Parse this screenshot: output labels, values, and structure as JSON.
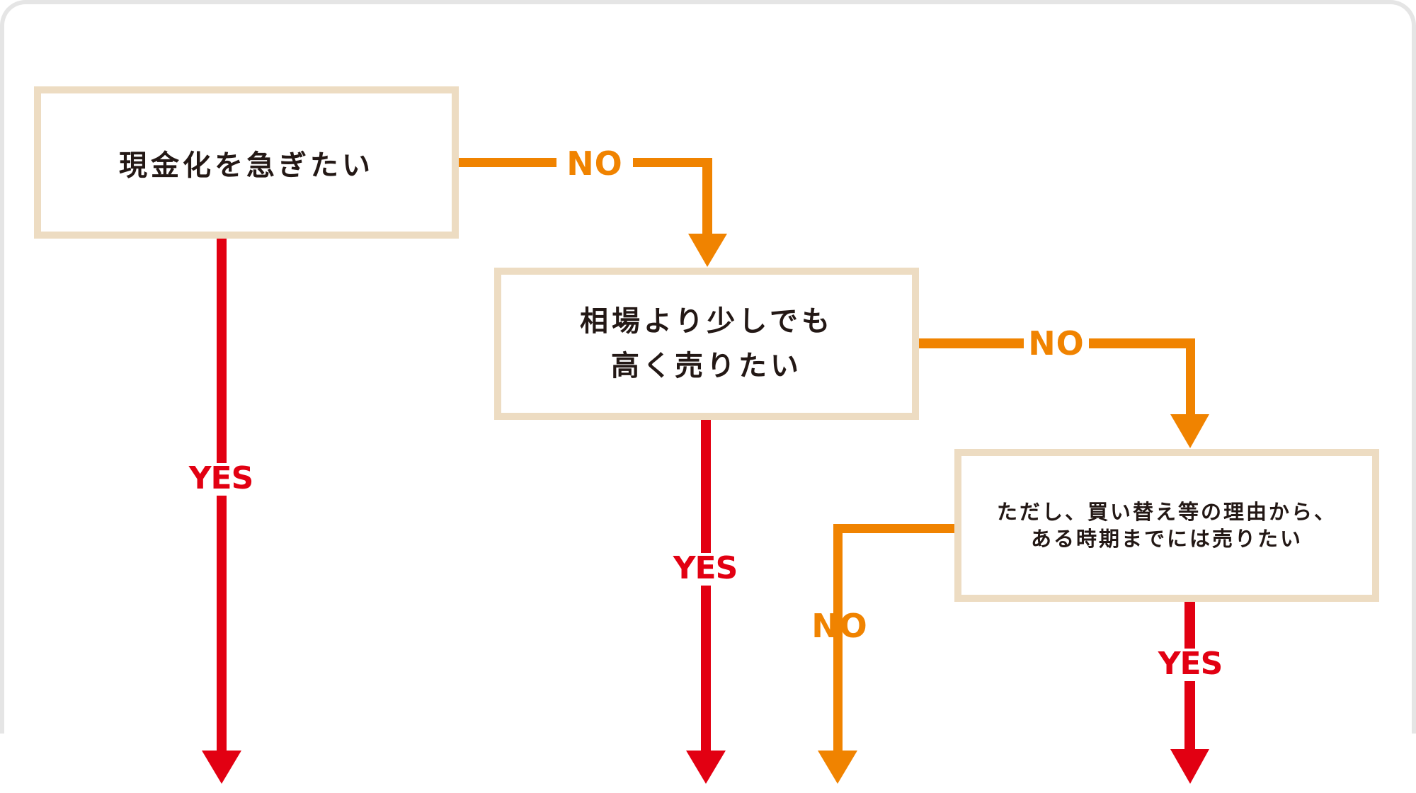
{
  "colors": {
    "yes": "#e20012",
    "no": "#f08300",
    "node_border": "#eddcc2",
    "node_text": "#231815",
    "frame": "#e5e5e5"
  },
  "nodes": [
    {
      "id": "q1",
      "lines": [
        "現金化を急ぎたい"
      ]
    },
    {
      "id": "q2",
      "lines": [
        "相場より少しでも",
        "高く売りたい"
      ]
    },
    {
      "id": "q3",
      "lines": [
        "ただし、買い替え等の理由から、",
        "ある時期までには売りたい"
      ]
    }
  ],
  "edges": [
    {
      "from": "q1",
      "to": "q2",
      "label": "NO",
      "type": "no"
    },
    {
      "from": "q1",
      "to": "outcome-1",
      "label": "YES",
      "type": "yes"
    },
    {
      "from": "q2",
      "to": "q3",
      "label": "NO",
      "type": "no"
    },
    {
      "from": "q2",
      "to": "outcome-2",
      "label": "YES",
      "type": "yes"
    },
    {
      "from": "q3",
      "to": "outcome-3",
      "label": "NO",
      "type": "no"
    },
    {
      "from": "q3",
      "to": "outcome-4",
      "label": "YES",
      "type": "yes"
    }
  ]
}
